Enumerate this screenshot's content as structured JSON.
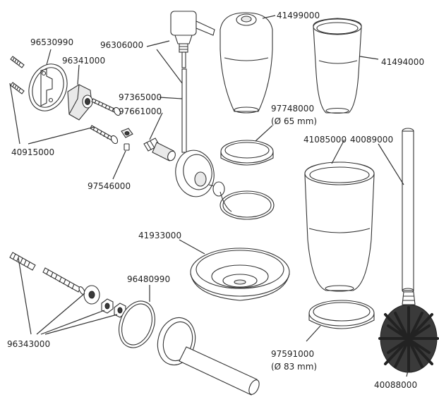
{
  "colors": {
    "stroke": "#333333",
    "fill": "#ffffff",
    "shade": "#e9e9e9",
    "bristles": "#222222"
  },
  "labels": {
    "p96530990": "96530990",
    "p96341000": "96341000",
    "p96306000": "96306000",
    "p41499000": "41499000",
    "p41494000": "41494000",
    "p97365000": "97365000",
    "p97661000": "97661000",
    "p97748000": "97748000",
    "p97748000_sub": "(Ø 65 mm)",
    "p40915000": "40915000",
    "p41085000": "41085000",
    "p40089000": "40089000",
    "p97546000": "97546000",
    "p41933000": "41933000",
    "p96480990": "96480990",
    "p96343000": "96343000",
    "p97591000": "97591000",
    "p97591000_sub": "(Ø 83 mm)",
    "p40088000": "40088000"
  }
}
